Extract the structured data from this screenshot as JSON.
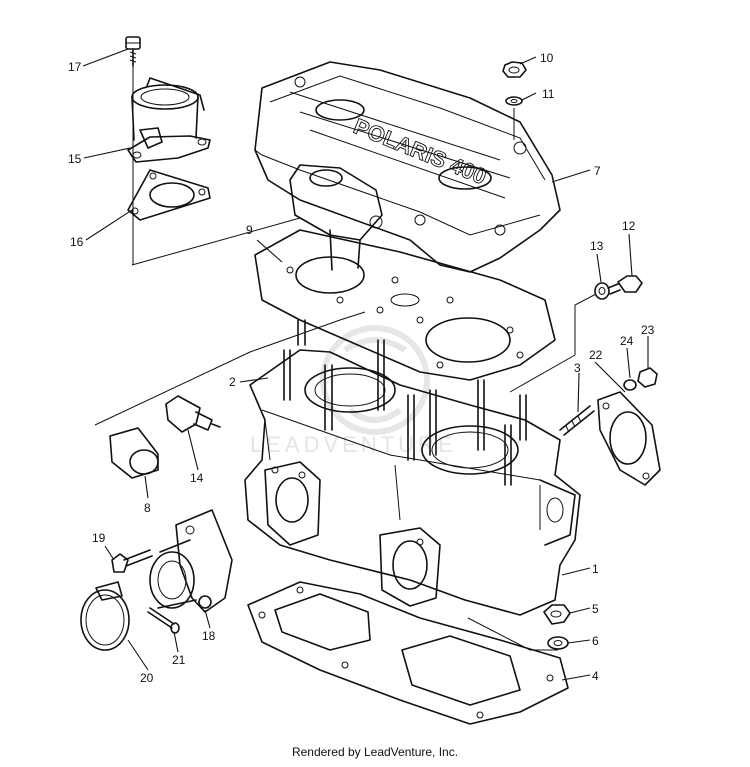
{
  "diagram": {
    "watermark": "LEADVENTURE",
    "cover_lettering": "POLARIS 400",
    "callouts": {
      "c1": "1",
      "c2": "2",
      "c3": "3",
      "c4": "4",
      "c5": "5",
      "c6": "6",
      "c7": "7",
      "c8": "8",
      "c9": "9",
      "c10": "10",
      "c11": "11",
      "c12": "12",
      "c13": "13",
      "c14": "14",
      "c15": "15",
      "c16": "16",
      "c17": "17",
      "c18": "18",
      "c19": "19",
      "c20": "20",
      "c21": "21",
      "c22": "22",
      "c23": "23",
      "c24": "24"
    }
  },
  "footer": {
    "text": "Rendered by LeadVenture, Inc."
  }
}
